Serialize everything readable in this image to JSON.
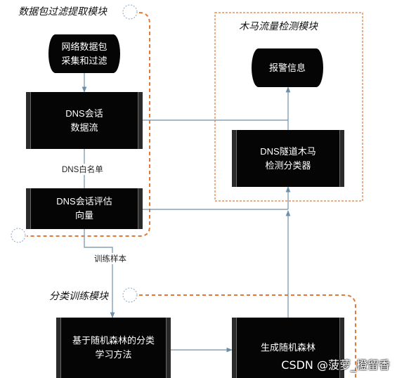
{
  "sections": {
    "filter_module": "数据包过滤提取模块",
    "trojan_module": "木马流量检测模块",
    "training_module": "分类训练模块"
  },
  "nodes": {
    "capture": "网络数据包\n采集和过滤",
    "dns_session_flow": "DNS会话\n数据流",
    "dns_session_vector": "DNS会话评估\n向量",
    "rf_method": "基于随机森林的分类\n学习方法",
    "generate_rf": "生成随机森林",
    "tunnel_classifier": "DNS隧道木马\n检测分类器",
    "alarm": "报警信息"
  },
  "edge_labels": {
    "whitelist": "DNS白名单",
    "training_samples": "训练样本"
  },
  "watermark": "CSDN @菠萝_橙留香",
  "colors": {
    "box_fill": "#050505",
    "arrow": "#6f8fa8",
    "dashed_border": "#e07a3a",
    "connector_circle": "#8aa6c8"
  }
}
